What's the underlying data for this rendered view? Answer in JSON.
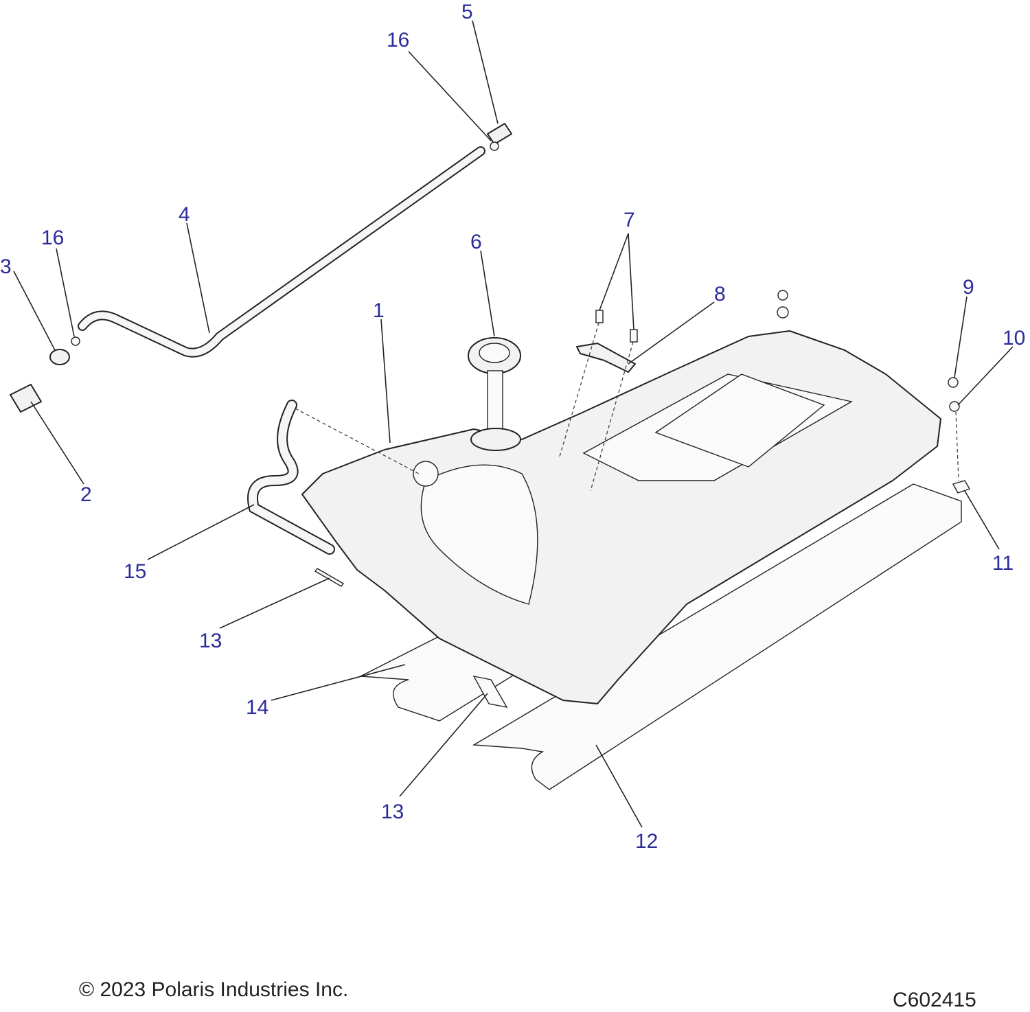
{
  "callouts": [
    {
      "id": "1",
      "label": "1"
    },
    {
      "id": "2",
      "label": "2"
    },
    {
      "id": "3",
      "label": "3"
    },
    {
      "id": "4",
      "label": "4"
    },
    {
      "id": "5",
      "label": "5"
    },
    {
      "id": "6",
      "label": "6"
    },
    {
      "id": "7",
      "label": "7"
    },
    {
      "id": "8",
      "label": "8"
    },
    {
      "id": "9",
      "label": "9"
    },
    {
      "id": "10",
      "label": "10"
    },
    {
      "id": "11",
      "label": "11"
    },
    {
      "id": "12",
      "label": "12"
    },
    {
      "id": "13a",
      "label": "13"
    },
    {
      "id": "13b",
      "label": "13"
    },
    {
      "id": "14",
      "label": "14"
    },
    {
      "id": "15",
      "label": "15"
    },
    {
      "id": "16a",
      "label": "16"
    },
    {
      "id": "16b",
      "label": "16"
    }
  ],
  "footer": {
    "copyright": "© 2023 Polaris Industries Inc.",
    "drawing_id": "C602415"
  },
  "colors": {
    "callout": "#2b2b9a",
    "line": "#222222"
  }
}
